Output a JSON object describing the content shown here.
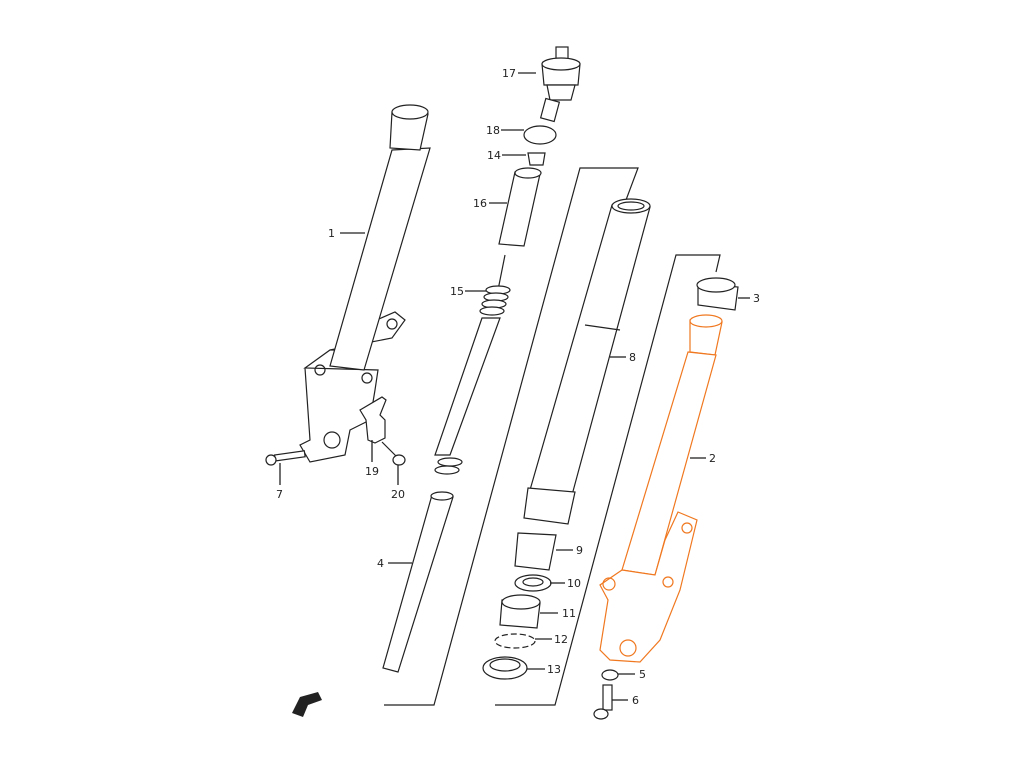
{
  "diagram": {
    "highlight_color": "#f07820",
    "line_color": "#222222",
    "labels": {
      "p1": "1",
      "p2": "2",
      "p3": "3",
      "p4": "4",
      "p5": "5",
      "p6": "6",
      "p7": "7",
      "p8": "8",
      "p9": "9",
      "p10": "10",
      "p11": "11",
      "p12": "12",
      "p13": "13",
      "p14": "14",
      "p15": "15",
      "p16": "16",
      "p17": "17",
      "p18": "18",
      "p19": "19",
      "p20": "20"
    },
    "direction_logo": "FWD"
  }
}
